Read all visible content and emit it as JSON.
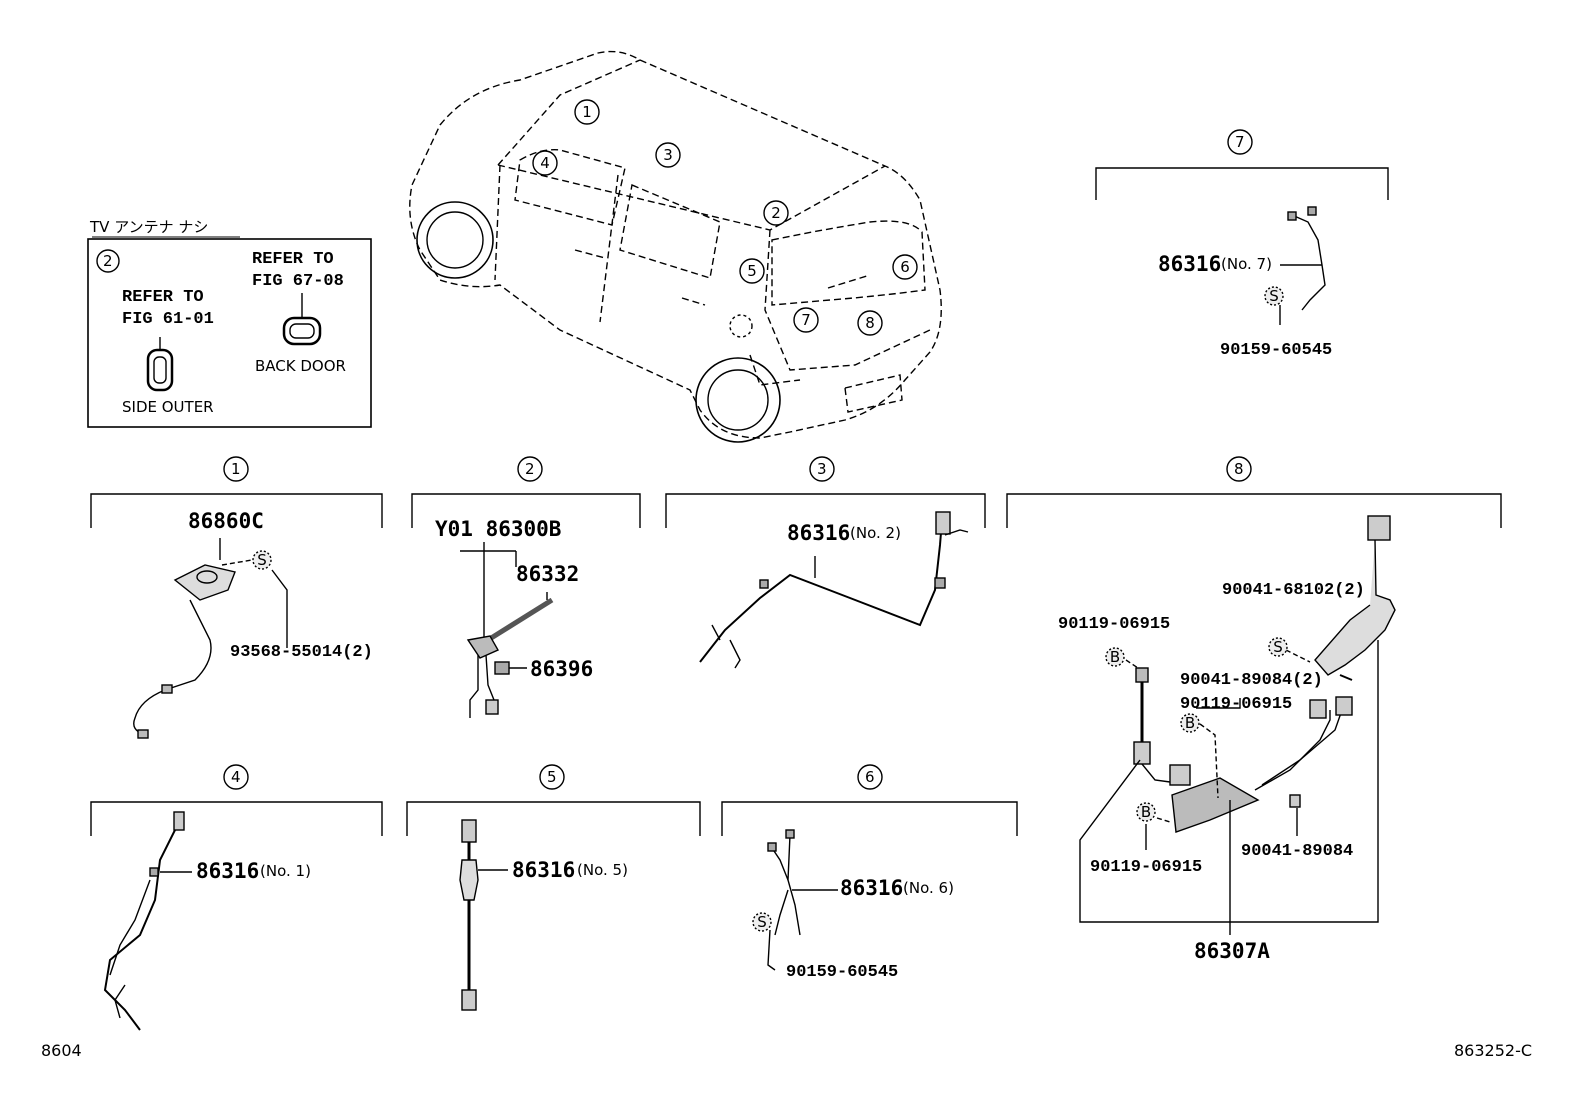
{
  "inset": {
    "title": "TV アンテナ ナシ",
    "marker": "2",
    "refer_a": [
      "REFER TO",
      "FIG 61-01"
    ],
    "refer_b": [
      "REFER TO",
      "FIG 67-08"
    ],
    "side_outer": "SIDE OUTER",
    "back_door": "BACK DOOR"
  },
  "car_markers": [
    "1",
    "2",
    "3",
    "4",
    "5",
    "6",
    "7",
    "8"
  ],
  "symbols": {
    "screw": "S",
    "bolt": "B"
  },
  "sections": {
    "s1": {
      "marker": "1",
      "part": "86860C",
      "fastener": "93568-55014(2)"
    },
    "s2": {
      "marker": "2",
      "assy": "Y01 86300B",
      "rod": "86332",
      "nut": "86396"
    },
    "s3": {
      "marker": "3",
      "part": "86316",
      "suffix": "(No. 2)"
    },
    "s4": {
      "marker": "4",
      "part": "86316",
      "suffix": "(No. 1)"
    },
    "s5": {
      "marker": "5",
      "part": "86316",
      "suffix": "(No. 5)"
    },
    "s6": {
      "marker": "6",
      "part": "86316",
      "suffix": "(No. 6)",
      "fastener": "90159-60545"
    },
    "s7": {
      "marker": "7",
      "part": "86316",
      "suffix": "(No. 7)",
      "fastener": "90159-60545"
    },
    "s8": {
      "marker": "8",
      "bolt_a": "90119-06915",
      "screw_a": "90041-68102(2)",
      "screw_b": "90041-89084(2)",
      "bolt_b": "90119-06915",
      "bolt_c": "90119-06915",
      "screw_c": "90041-89084",
      "unit": "86307A"
    }
  },
  "footer": {
    "left": "8604",
    "right": "863252-C"
  }
}
